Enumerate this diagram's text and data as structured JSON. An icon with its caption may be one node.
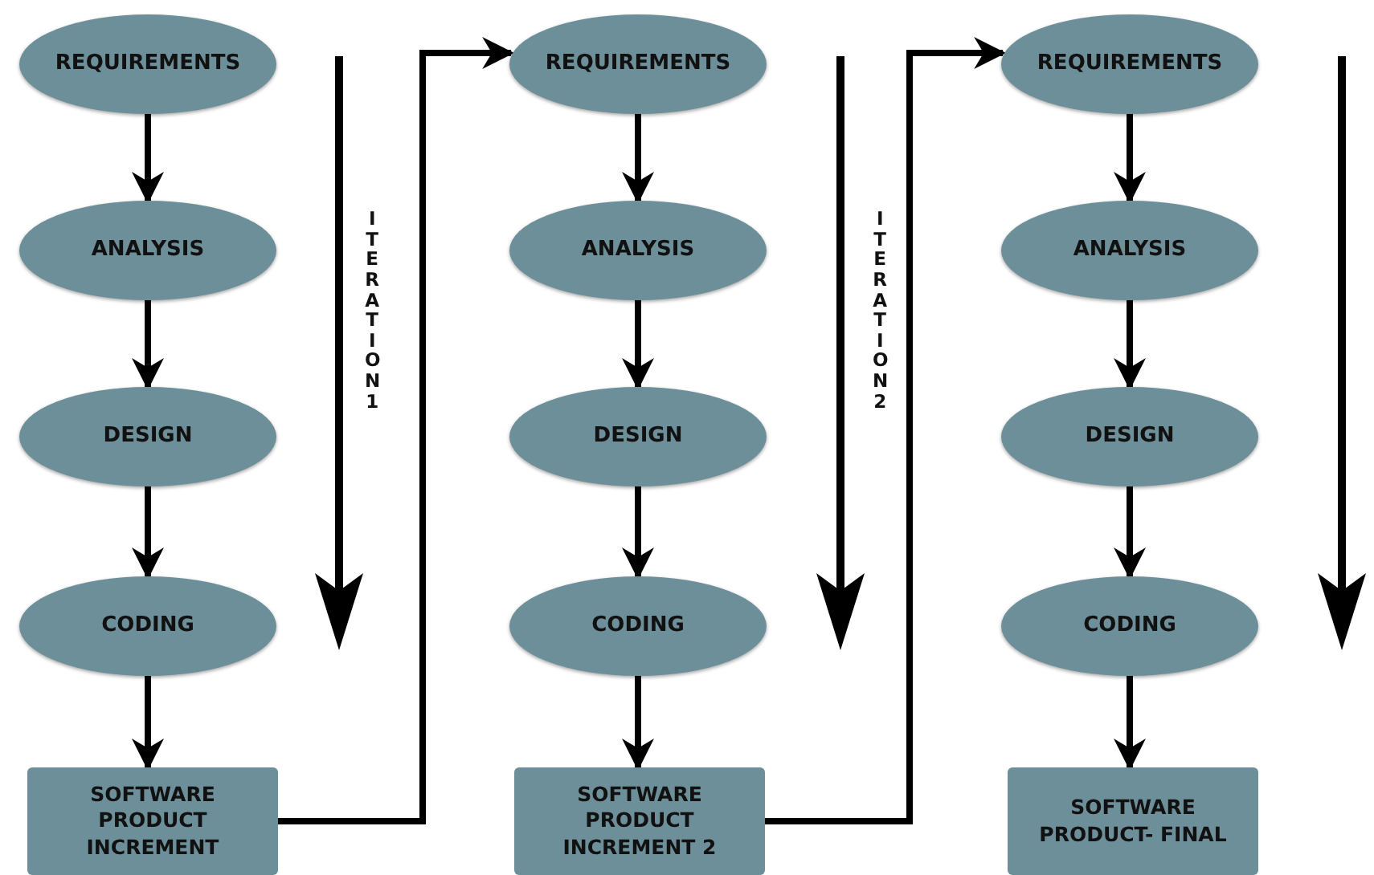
{
  "diagram": {
    "nodes": [
      {
        "text": [
          "REQUIREMENTS"
        ]
      },
      {
        "text": [
          "ANALYSIS"
        ]
      },
      {
        "text": [
          "DESIGN"
        ]
      },
      {
        "text": [
          "CODING"
        ]
      },
      {
        "text": [
          "SOFTWARE PRODUCT INCREMENT"
        ]
      },
      {
        "text": [
          "REQUIREMENTS"
        ]
      },
      {
        "text": [
          "ANALYSIS"
        ]
      },
      {
        "text": [
          "DESIGN"
        ]
      },
      {
        "text": [
          "CODING"
        ]
      },
      {
        "text": [
          "SOFTWARE PRODUCT INCREMENT 2"
        ]
      },
      {
        "text": [
          "REQUIREMENTS"
        ]
      },
      {
        "text": [
          "ANALYSIS"
        ]
      },
      {
        "text": [
          "DESIGN"
        ]
      },
      {
        "text": [
          "CODING"
        ]
      },
      {
        "text": [
          "SOFTWARE PRODUCT- FINAL"
        ]
      }
    ],
    "edges": [
      {
        "from": 0,
        "to": 1,
        "arrow": "to"
      },
      {
        "from": 1,
        "to": 2,
        "arrow": "to"
      },
      {
        "from": 2,
        "to": 3,
        "arrow": "to"
      },
      {
        "from": 3,
        "to": 4,
        "arrow": "to"
      },
      {
        "from": 4,
        "to": 5,
        "arrow": "to"
      },
      {
        "from": 5,
        "to": 6,
        "arrow": "to"
      },
      {
        "from": 6,
        "to": 7,
        "arrow": "to"
      },
      {
        "from": 7,
        "to": 8,
        "arrow": "to"
      },
      {
        "from": 8,
        "to": 9,
        "arrow": "to"
      },
      {
        "from": 9,
        "to": 10,
        "arrow": "to"
      },
      {
        "from": 10,
        "to": 11,
        "arrow": "to"
      },
      {
        "from": 11,
        "to": 12,
        "arrow": "to"
      },
      {
        "from": 12,
        "to": 13,
        "arrow": "to"
      },
      {
        "from": 13,
        "to": 14,
        "arrow": "to"
      }
    ],
    "labels": [
      "ITERATION 1",
      "ITERATION 2"
    ]
  }
}
